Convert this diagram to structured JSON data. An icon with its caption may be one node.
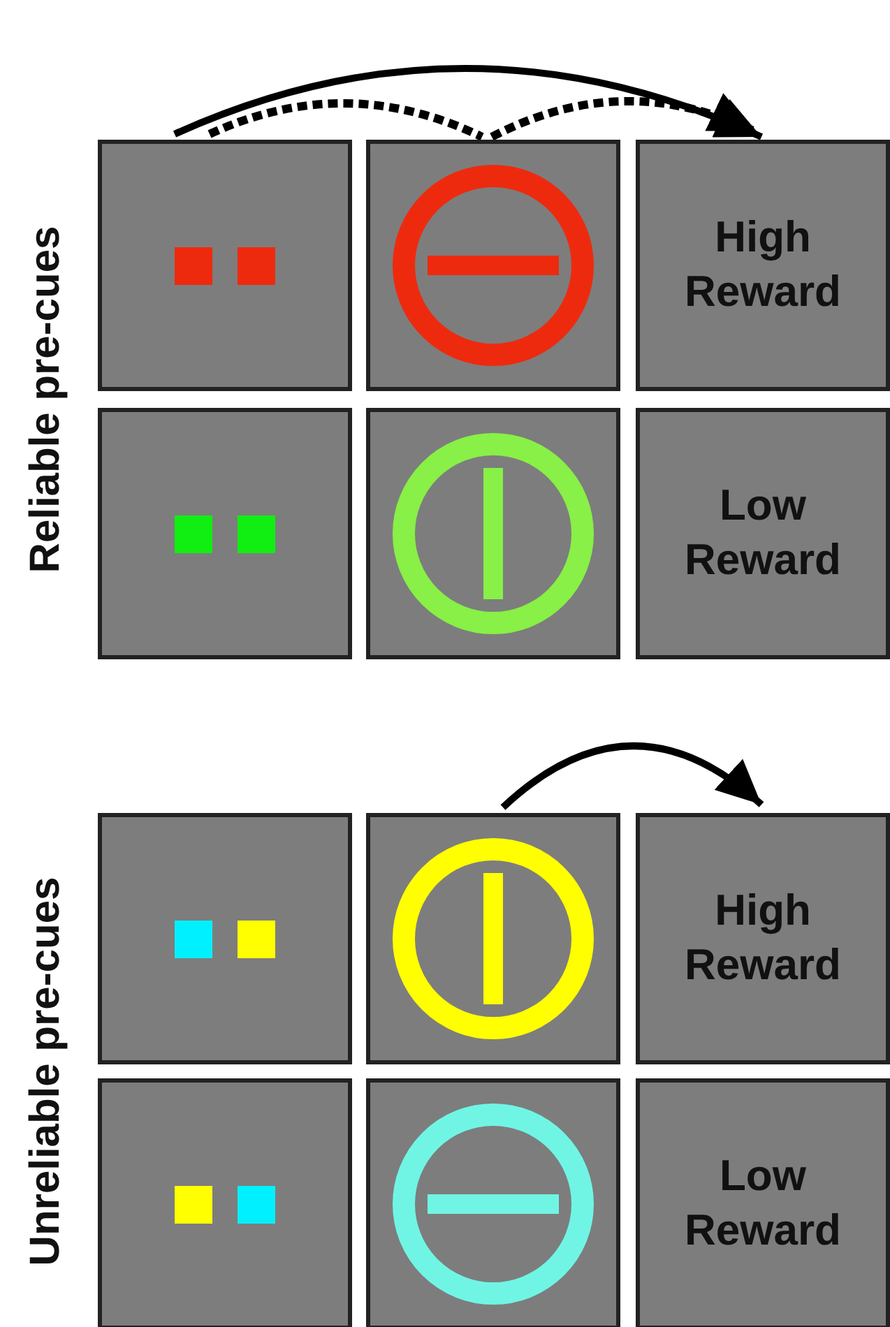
{
  "diagram": {
    "nodes": [
      {
        "text": [],
        "shape": "box"
      },
      {
        "text": [],
        "shape": "box"
      },
      {
        "text": [
          "High Reward"
        ]
      },
      {
        "text": [],
        "shape": "box"
      },
      {
        "text": [],
        "shape": "box"
      },
      {
        "text": [
          "Low Reward"
        ]
      },
      {
        "text": [],
        "shape": "box"
      },
      {
        "text": [],
        "shape": "box"
      },
      {
        "text": [
          "High Reward"
        ]
      },
      {
        "text": [],
        "shape": "box"
      },
      {
        "text": [],
        "shape": "box"
      },
      {
        "text": [
          "Low Reward"
        ]
      }
    ],
    "edges": [
      {
        "from": 0,
        "to": 2,
        "arrow": "to"
      },
      {
        "from": 0,
        "to": 1,
        "arrow": "none",
        "style": "dashed"
      },
      {
        "from": 1,
        "to": 2,
        "arrow": "to",
        "style": "dashed"
      },
      {
        "from": 7,
        "to": 8,
        "arrow": "to"
      }
    ],
    "labels": [
      "Reliable pre-cues",
      "Unreliable pre-cues"
    ]
  }
}
